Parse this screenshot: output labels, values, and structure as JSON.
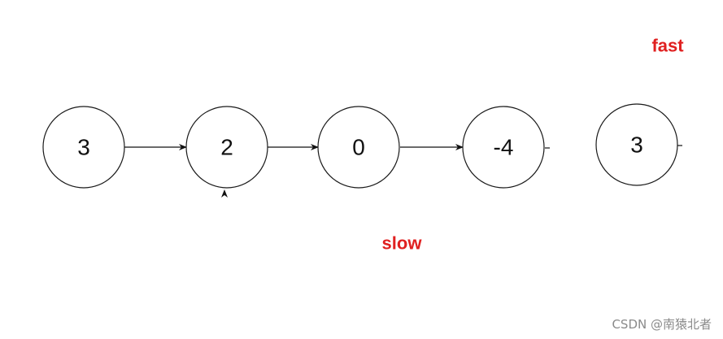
{
  "diagram": {
    "nodes": [
      {
        "value": "3"
      },
      {
        "value": "2"
      },
      {
        "value": "0"
      },
      {
        "value": "-4"
      },
      {
        "value": "3"
      }
    ],
    "pointers": {
      "fast": "fast",
      "slow": "slow"
    },
    "colors": {
      "pointer": "#e02020",
      "stroke": "#1a1a1a"
    }
  },
  "watermark": "CSDN @南猿北者"
}
